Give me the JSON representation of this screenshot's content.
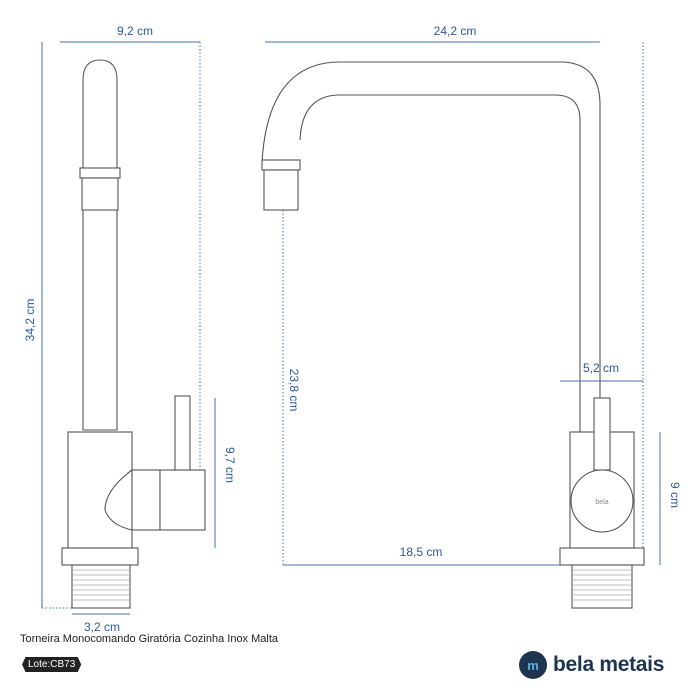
{
  "dimensions": {
    "side_width": "9,2 cm",
    "total_height": "34,2 cm",
    "lever_height": "9,7 cm",
    "thread_width": "3,2 cm",
    "total_width": "24,2 cm",
    "spout_height": "23,8 cm",
    "spout_reach": "18,5 cm",
    "body_width": "5,2 cm",
    "body_height": "9 cm"
  },
  "body_logo": "bela",
  "caption": "Torneira Monocomando Giratória Cozinha Inox Malta",
  "lote": "Lote:CB73",
  "brand": {
    "name": "bela metais",
    "color": "#1e3550"
  },
  "colors": {
    "dimension": "#2a5a9a"
  }
}
